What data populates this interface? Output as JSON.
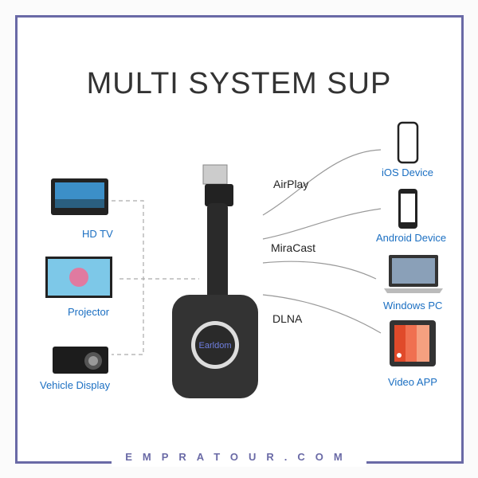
{
  "title": "MULTI SYSTEM SUP",
  "footer": "EMPRATOUR.COM",
  "brand": "Earldom",
  "left_devices": [
    {
      "label": "HD TV"
    },
    {
      "label": "Projector"
    },
    {
      "label": "Vehicle Display"
    }
  ],
  "protocols": [
    {
      "label": "AirPlay"
    },
    {
      "label": "MiraCast"
    },
    {
      "label": "DLNA"
    }
  ],
  "right_devices": [
    {
      "label": "iOS Device"
    },
    {
      "label": "Android Device"
    },
    {
      "label": "Windows PC"
    },
    {
      "label": "Video APP"
    }
  ],
  "colors": {
    "frame": "#6a6aa6",
    "label": "#1b6fc2"
  }
}
